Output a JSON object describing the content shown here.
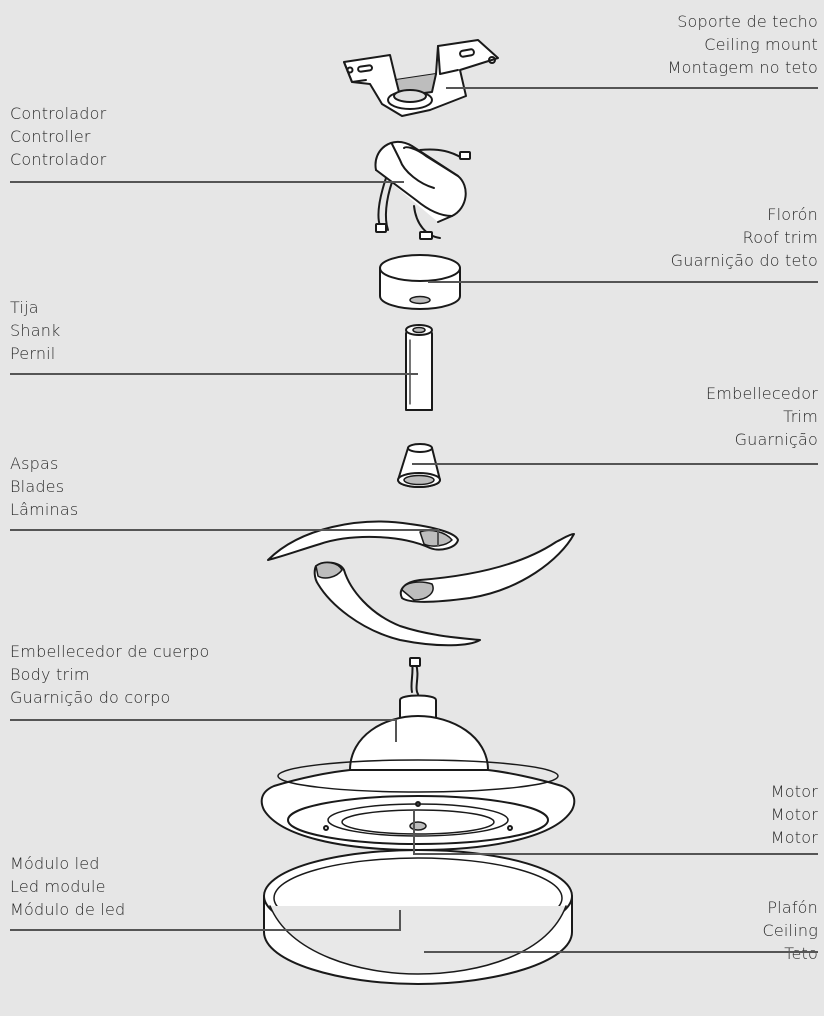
{
  "labels": {
    "ceiling_mount": [
      "Soporte de techo",
      "Ceiling mount",
      "Montagem no teto"
    ],
    "controller": [
      "Controlador",
      "Controller",
      "Controlador"
    ],
    "roof_trim": [
      "Florón",
      "Roof trim",
      "Guarnição do teto"
    ],
    "shank": [
      "Tija",
      "Shank",
      "Pernil"
    ],
    "trim": [
      "Embellecedor",
      "Trim",
      "Guarnição"
    ],
    "blades": [
      "Aspas",
      "Blades",
      "Lâminas"
    ],
    "body_trim": [
      "Embellecedor de cuerpo",
      "Body trim",
      "Guarnição do corpo"
    ],
    "motor": [
      "Motor",
      "Motor",
      "Motor"
    ],
    "led_module": [
      "Módulo led",
      "Led module",
      "Módulo de led"
    ],
    "ceiling": [
      "Plafón",
      "Ceiling",
      "Teto"
    ]
  },
  "colors": {
    "background": "#e6e6e6",
    "stroke": "#1a1a1a",
    "leader_line": "#555555",
    "part_fill": "#ffffff",
    "shade": "#bdbdbd"
  }
}
